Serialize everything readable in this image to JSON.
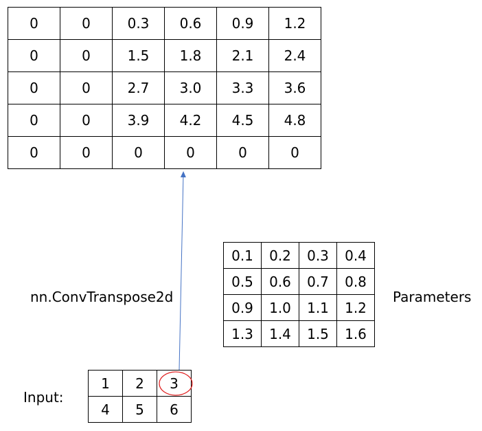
{
  "output_grid": [
    [
      "0",
      "0",
      "0.3",
      "0.6",
      "0.9",
      "1.2"
    ],
    [
      "0",
      "0",
      "1.5",
      "1.8",
      "2.1",
      "2.4"
    ],
    [
      "0",
      "0",
      "2.7",
      "3.0",
      "3.3",
      "3.6"
    ],
    [
      "0",
      "0",
      "3.9",
      "4.2",
      "4.5",
      "4.8"
    ],
    [
      "0",
      "0",
      "0",
      "0",
      "0",
      "0"
    ]
  ],
  "operation_label": "nn.ConvTranspose2d",
  "parameters_grid": [
    [
      "0.1",
      "0.2",
      "0.3",
      "0.4"
    ],
    [
      "0.5",
      "0.6",
      "0.7",
      "0.8"
    ],
    [
      "0.9",
      "1.0",
      "1.1",
      "1.2"
    ],
    [
      "1.3",
      "1.4",
      "1.5",
      "1.6"
    ]
  ],
  "parameters_label": "Parameters",
  "input_label": "Input:",
  "input_grid": [
    [
      "1",
      "2",
      "3"
    ],
    [
      "4",
      "5",
      "6"
    ]
  ],
  "highlight_color": "#e02020",
  "arrow_color": "#4472c4"
}
